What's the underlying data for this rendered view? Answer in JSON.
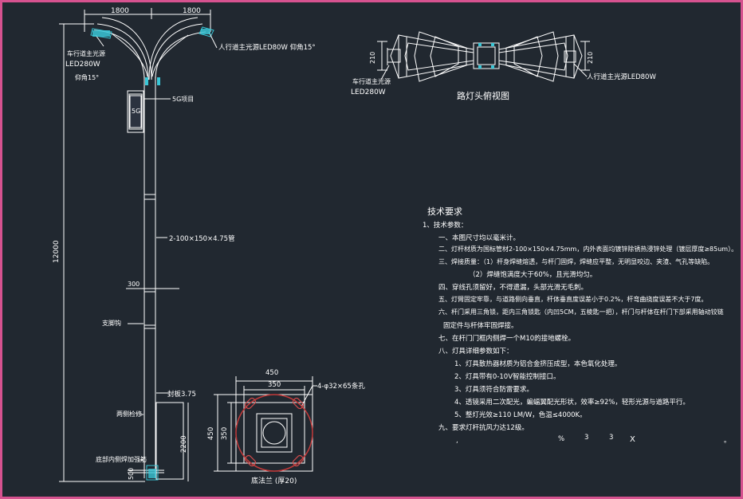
{
  "elevation": {
    "dim_arm_left": "1800",
    "dim_arm_right": "1800",
    "label_car_lamp_line1": "车行道主光源",
    "label_car_lamp_line2": "LED280W",
    "label_car_lamp_line3": "仰角15°",
    "label_ped_lamp": "人行道主光源LED80W 仰角15°",
    "label_5g": "5G项目",
    "box_text": "5G",
    "label_pole_spec": "2-100×150×4.75管",
    "dim_height": "12000",
    "dim_300": "300",
    "label_bracket": "支脚钩",
    "label_wall": "封板3.75",
    "label_side_door": "两侧检修",
    "label_ground_plate": "底部内侧焊加强筋",
    "dim_2200": "2200",
    "dim_500": "500"
  },
  "top_view": {
    "dim_210_left": "210",
    "dim_210_right": "210",
    "label_car_lamp_line1": "车行道主光源",
    "label_car_lamp_line2": "LED280W",
    "label_ped_lamp": "人行道主光源LED80W",
    "title": "路灯头俯视图"
  },
  "base": {
    "dim_450_top": "450",
    "dim_350_top": "350",
    "dim_450_left": "450",
    "dim_350_left": "350",
    "label_holes": "4-φ32×65条孔",
    "title": "底法兰 (厚20)"
  },
  "tech": {
    "title": "技术要求",
    "lines": [
      "1、技术参数：",
      "一、本图尺寸均以毫米计。",
      "二、灯杆材质为国标管材2-100×150×4.75mm，内外表面均镀锌除锈热浸锌处理（镀层厚度≥85um）。",
      "三、焊接质量：（1）杆身焊缝熔透，与杆门固焊，焊缝应平整，无明显咬边、夹渣、气孔等缺陷。",
      "（2）焊缝饱满度大于60%，且光滑均匀。",
      "四、穿线孔须留好，不得遗漏，头部光滑无毛刺。",
      "五、灯臂固定牢靠，与道路侧向垂直，杆体垂直度误差小于0.2%，杆弯曲挠度误差不大于7度。",
      "六、杆门采用三角锁，距内三角锁匙（内凹5CM，五棱匙一把），杆门与杆体在杆门下部采用轴动铰链",
      "固定件与杆体牢固焊接。",
      "七、在杆门门框内侧焊一个M10的接地螺栓。",
      "八、灯具详细参数如下：",
      "1、灯具散热器材质为铝合金挤压成型，本色氧化处理。",
      "2、灯具带有0-10V智能控制接口。",
      "3、灯具须符合防雷要求。",
      "4、透镜采用二次配光，蝙蝠翼配光形状，效率≥92%，轻形光源与道路平行。",
      "5、整灯光效≥110 LM/W，色温≤4000K。",
      "九、要求灯杆抗风力达12级。"
    ],
    "stray_marks": [
      ",",
      "%",
      "3",
      "3",
      "X",
      "。"
    ]
  }
}
